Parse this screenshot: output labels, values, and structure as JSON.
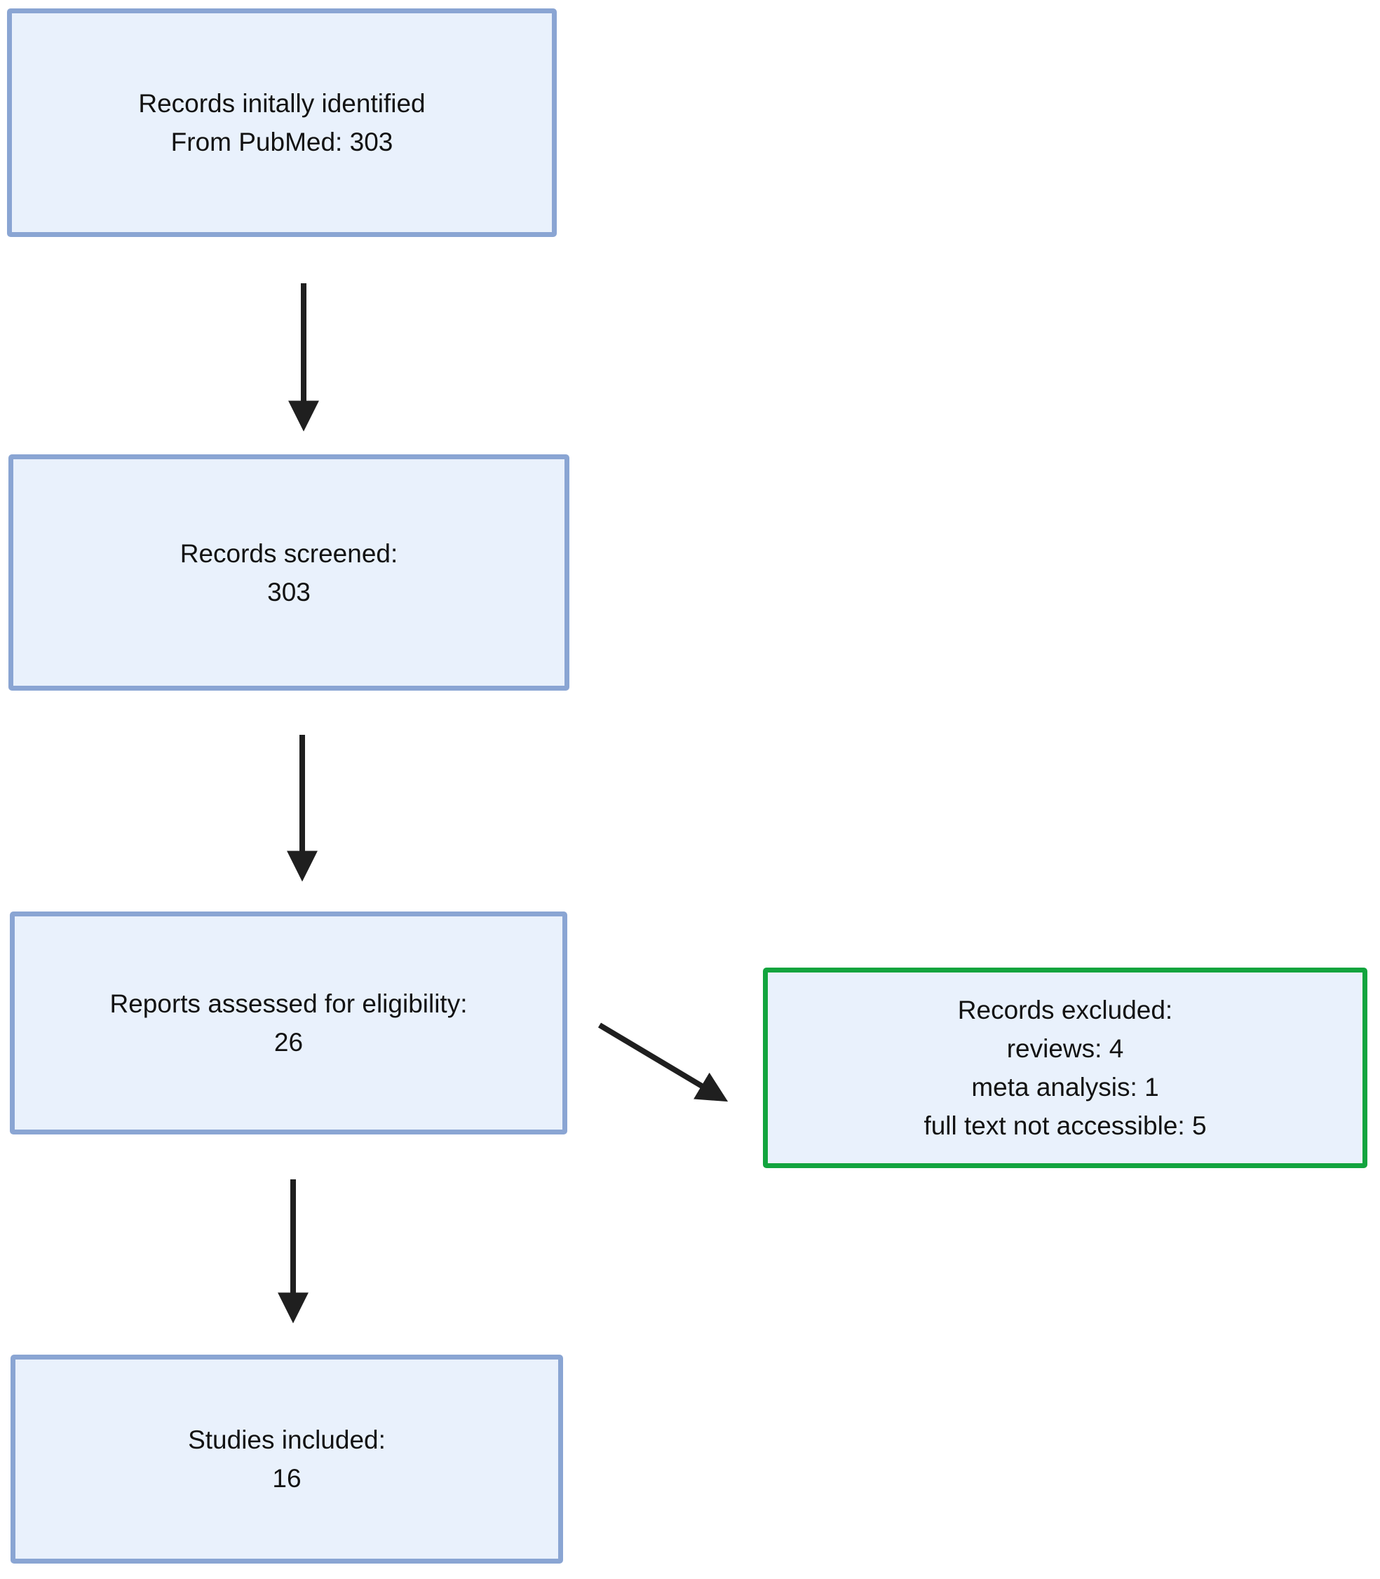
{
  "diagram": {
    "title_implicit": "Study selection flowchart",
    "boxes": {
      "identified": {
        "lines": [
          "Records initally identified",
          "From PubMed: 303"
        ],
        "count": 303
      },
      "screened": {
        "lines": [
          "Records screened:",
          "303"
        ],
        "count": 303
      },
      "assessed": {
        "lines": [
          "Reports assessed for eligibility:",
          "26"
        ],
        "count": 26
      },
      "excluded": {
        "lines": [
          "Records excluded:",
          "reviews: 4",
          "meta analysis: 1",
          "full text not accessible: 5"
        ],
        "counts": {
          "reviews": 4,
          "meta_analysis": 1,
          "full_text_not_accessible": 5
        }
      },
      "included": {
        "lines": [
          "Studies included:",
          "16"
        ],
        "count": 16
      }
    },
    "colors": {
      "box_fill": "#e9f1fc",
      "blue_border": "#8aa5d3",
      "green_border": "#12a43e",
      "arrow": "#1f1f1f",
      "text": "#121212"
    }
  }
}
